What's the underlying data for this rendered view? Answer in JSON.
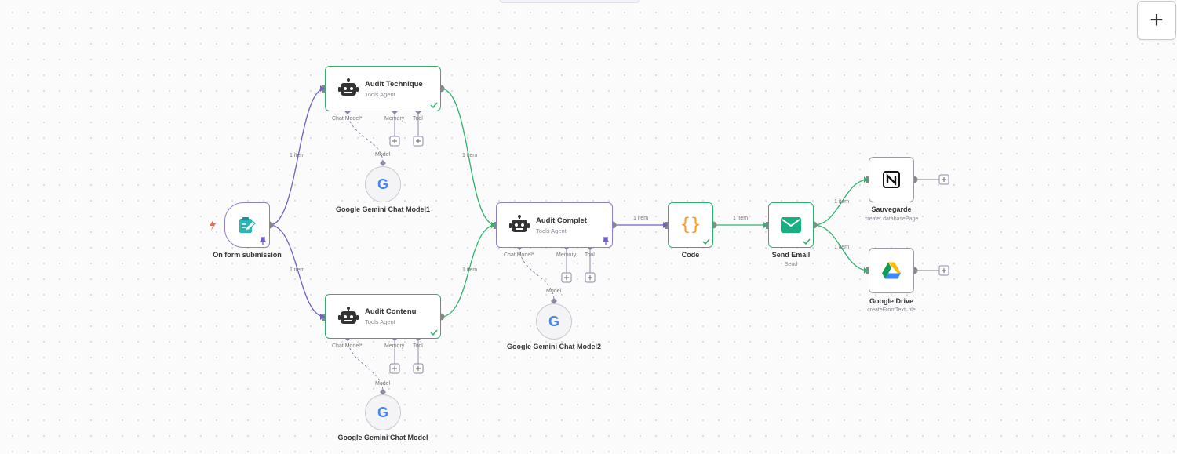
{
  "edge_label": "1 item",
  "slot_labels": {
    "chat_model": "Chat Model*",
    "memory": "Memory",
    "tool": "Tool",
    "model": "Model"
  },
  "toolbar": {
    "add_symbol": "+"
  },
  "nodes": {
    "trigger": {
      "label": "On form submission"
    },
    "audit_technique": {
      "title": "Audit Technique",
      "subtitle": "Tools Agent"
    },
    "audit_contenu": {
      "title": "Audit Contenu",
      "subtitle": "Tools Agent"
    },
    "audit_complet": {
      "title": "Audit Complet",
      "subtitle": "Tools Agent"
    },
    "gemini_1": {
      "label": "Google Gemini Chat Model1"
    },
    "gemini_2": {
      "label": "Google Gemini Chat Model2"
    },
    "gemini_0": {
      "label": "Google Gemini Chat Model"
    },
    "code": {
      "label": "Code"
    },
    "send_email": {
      "label": "Send Email",
      "subtitle": "Send"
    },
    "sauvegarde": {
      "label": "Sauvegarde",
      "subtitle": "create: databasePage"
    },
    "google_drive": {
      "label": "Google Drive",
      "subtitle": "createFromText: file"
    }
  },
  "colors": {
    "success": "#2fb36b",
    "violet": "#8b7fd6",
    "code": "#ff9922",
    "email": "#16b083"
  }
}
